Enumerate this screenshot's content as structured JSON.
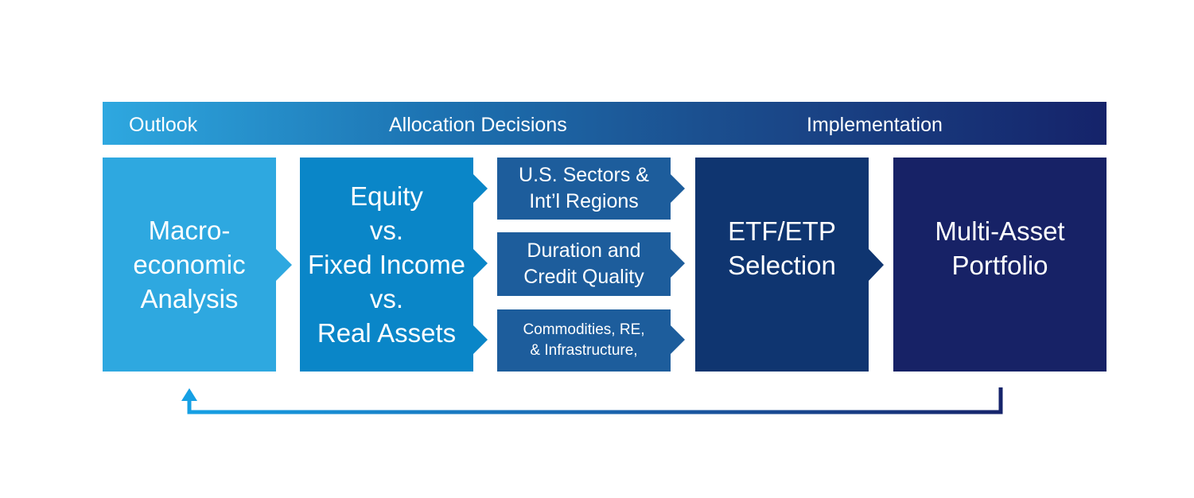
{
  "header": {
    "outlook": "Outlook",
    "allocation": "Allocation Decisions",
    "implementation": "Implementation"
  },
  "boxes": {
    "macro": [
      "Macro-",
      "economic",
      "Analysis"
    ],
    "equity": [
      "Equity",
      "vs.",
      "Fixed Income",
      "vs.",
      "Real Assets"
    ],
    "sectors": [
      "U.S. Sectors &",
      "Int’l Regions"
    ],
    "duration": [
      "Duration and",
      "Credit Quality"
    ],
    "commodities": [
      "Commodities, RE,",
      "& Infrastructure,"
    ],
    "etf": [
      "ETF/ETP",
      "Selection"
    ],
    "portfolio": [
      "Multi-Asset",
      "Portfolio"
    ]
  },
  "colors": {
    "macro": "#2ea8e0",
    "equity": "#0a86c8",
    "sub": "#1d5d9c",
    "etf": "#0f3570",
    "portfolio": "#172266"
  }
}
